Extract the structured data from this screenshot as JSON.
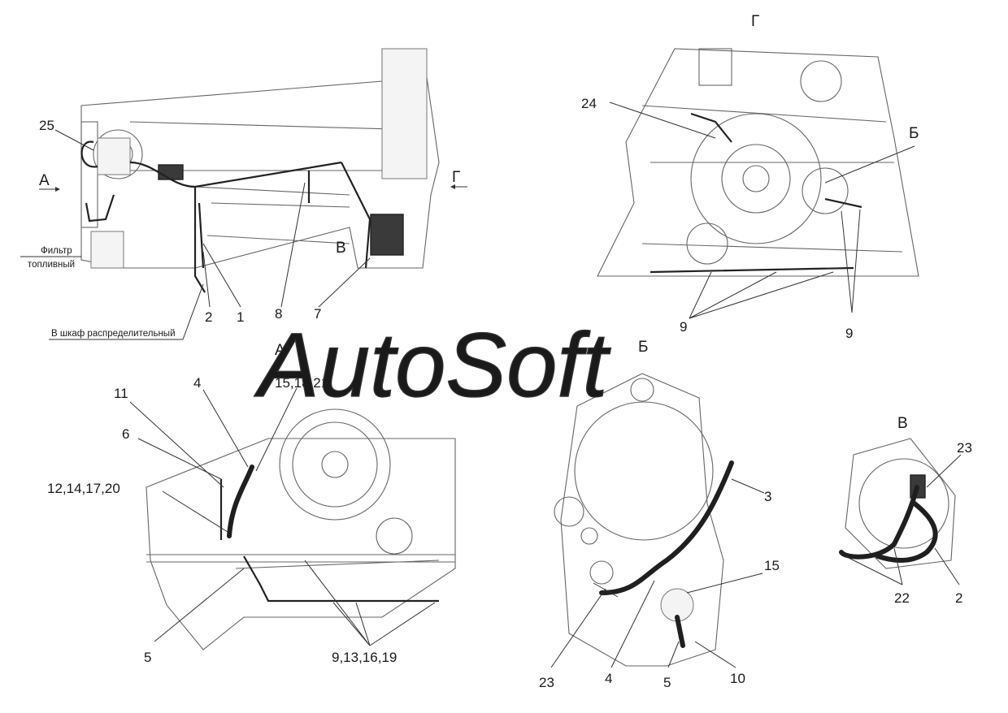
{
  "callouts": {
    "c25": "25",
    "c2a": "2",
    "c1": "1",
    "c8": "8",
    "c7": "7",
    "c24": "24",
    "c9a": "9",
    "c9b": "9",
    "c11": "11",
    "c4a": "4",
    "c151821": "15,18,21",
    "c6": "6",
    "c12141720": "12,14,17,20",
    "c5a": "5",
    "c9131619": "9,13,16,19",
    "c3": "3",
    "c15": "15",
    "c23a": "23",
    "c4b": "4",
    "c5b": "5",
    "c10": "10",
    "c23b": "23",
    "c22": "22",
    "c2b": "2"
  },
  "view_markers": {
    "A_arrow": "А",
    "G_arrow": "Г",
    "V_arrow": "В",
    "G_title": "Г",
    "B_marker": "Б",
    "A_title": "А",
    "B_title": "Б",
    "V_title": "В"
  },
  "notes": {
    "filter_line1": "Фильтр",
    "filter_line2": "топливный",
    "cabinet": "В шкаф распределительный"
  },
  "watermark": {
    "text": "AutoSoft"
  }
}
